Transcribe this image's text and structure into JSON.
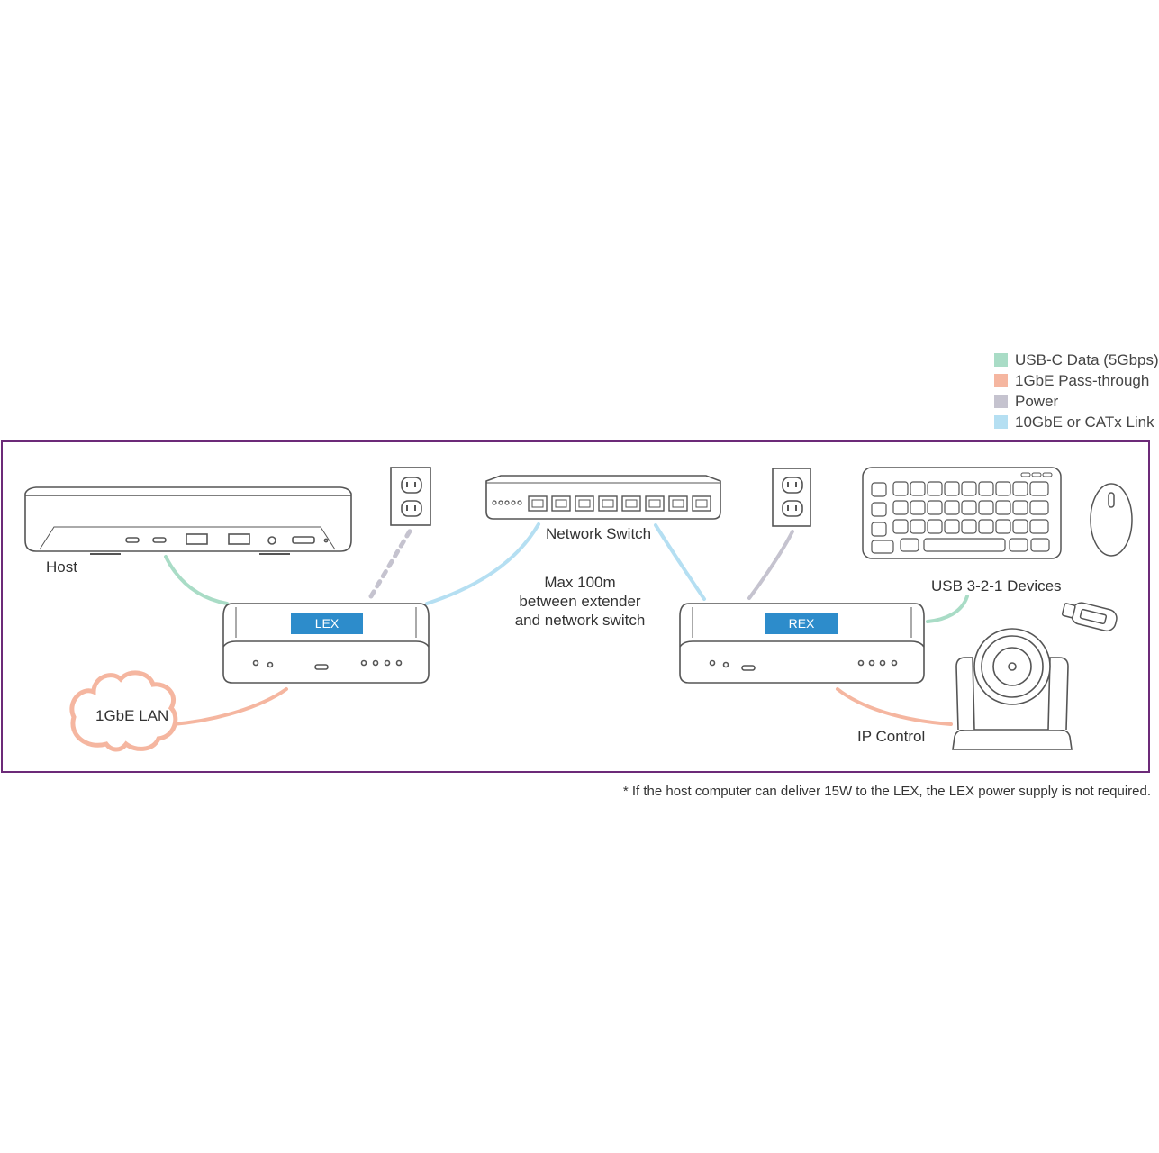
{
  "legend": [
    {
      "label": "USB-C Data (5Gbps)",
      "color": "#a9dcc6"
    },
    {
      "label": "1GbE Pass-through",
      "color": "#f5b6a0"
    },
    {
      "label": "Power",
      "color": "#c5c3cf"
    },
    {
      "label": "10GbE or CATx Link",
      "color": "#b5dff2"
    }
  ],
  "labels": {
    "host": "Host",
    "network_switch": "Network Switch",
    "distance_line1": "Max 100m",
    "distance_line2": "between extender",
    "distance_line3": "and network switch",
    "usb_devices": "USB 3-2-1 Devices",
    "lan": "1GbE LAN",
    "ip_control": "IP Control",
    "lex": "LEX",
    "rex": "REX"
  },
  "footnote": "* If the host computer can deliver 15W to the LEX, the LEX power supply is not required.",
  "colors": {
    "frame": "#6c2a78",
    "device_outline": "#555555",
    "label_box": "#2d8ccb"
  },
  "icons": [
    "host-computer-icon",
    "power-outlet-icon",
    "network-switch-icon",
    "keyboard-icon",
    "mouse-icon",
    "usb-stick-icon",
    "ptz-camera-icon",
    "cloud-icon"
  ]
}
